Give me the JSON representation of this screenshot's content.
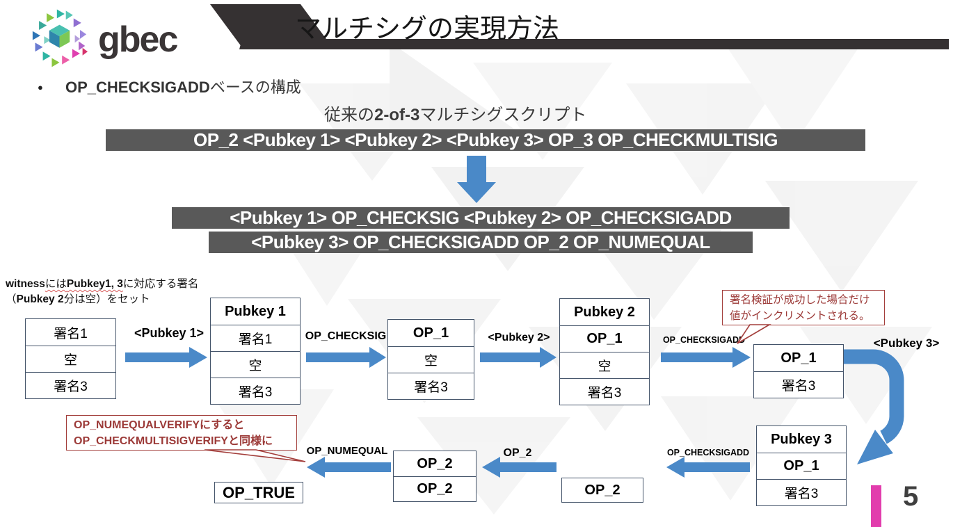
{
  "slide": {
    "title": "マルチシグの実現方法",
    "logo": "gbec",
    "page_number": "5"
  },
  "heading": {
    "bullet_bold": "OP_CHECKSIGADD",
    "bullet_rest": "ベースの構成",
    "subtitle_pre": "従来の",
    "subtitle_bold": "2-of-3",
    "subtitle_post": "マルチシグスクリプト"
  },
  "scripts": {
    "legacy": "OP_2 <Pubkey 1> <Pubkey 2> <Pubkey 3> OP_3 OP_CHECKMULTISIG",
    "new_line1": "<Pubkey 1> OP_CHECKSIG <Pubkey 2> OP_CHECKSIGADD",
    "new_line2": "<Pubkey 3> OP_CHECKSIGADD OP_2 OP_NUMEQUAL"
  },
  "witness_note": {
    "b1": "witness",
    "t1": "には",
    "b2": "Pubkey1, 3",
    "t2": "に対応する署名",
    "t3": "（",
    "b3": "Pubkey 2",
    "t4": "分は空）をセット"
  },
  "callouts": {
    "increment": {
      "line1": "署名検証が成功した場合だけ",
      "line2": "値がインクリメントされる。"
    },
    "numequal": {
      "line1": "OP_NUMEQUALVERIFYにすると",
      "line2": "OP_CHECKMULTISIGVERIFYと同様に"
    }
  },
  "arrow_labels": {
    "pubkey1": "<Pubkey 1>",
    "checksig": "OP_CHECKSIG",
    "pubkey2": "<Pubkey 2>",
    "checksigadd_top": "OP_CHECKSIGADD",
    "pubkey3": "<Pubkey 3>",
    "checksigadd_bottom": "OP_CHECKSIGADD",
    "op2": "OP_2",
    "numequal": "OP_NUMEQUAL"
  },
  "stacks": {
    "witness": [
      "署名1",
      "空",
      "署名3"
    ],
    "after_pubkey1": [
      "Pubkey 1",
      "署名1",
      "空",
      "署名3"
    ],
    "after_checksig": [
      "OP_1",
      "空",
      "署名3"
    ],
    "after_pubkey2": [
      "Pubkey 2",
      "OP_1",
      "空",
      "署名3"
    ],
    "after_checksigadd": [
      "OP_1",
      "署名3"
    ],
    "after_pubkey3": [
      "Pubkey 3",
      "OP_1",
      "署名3"
    ],
    "after_checksigadd2": [
      "OP_2"
    ],
    "after_op2": [
      "OP_2",
      "OP_2"
    ],
    "final": [
      "OP_TRUE"
    ]
  },
  "colors": {
    "arrow_blue": "#4A89C8",
    "script_bg": "#595959",
    "banner_dark": "#353132",
    "callout_red": "#A33E3B",
    "accent_pink": "#E23DAD",
    "stack_border": "#44546A"
  }
}
